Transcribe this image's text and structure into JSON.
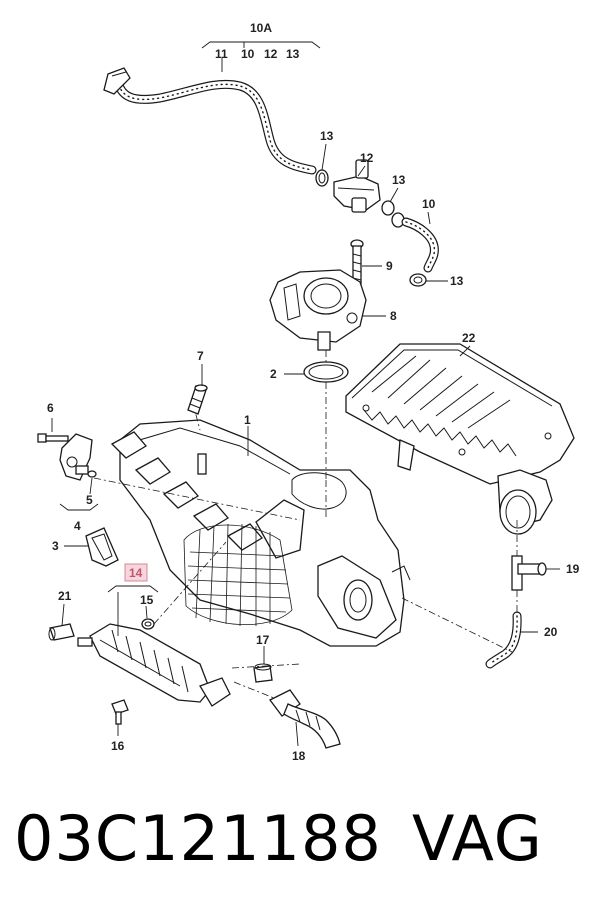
{
  "callouts": {
    "c10A": "10A",
    "c11": "11",
    "c10a": "10",
    "c12a": "12",
    "c13a": "13",
    "c13b": "13",
    "c12b": "12",
    "c13c": "13",
    "c10b": "10",
    "c9": "9",
    "c13d": "13",
    "c8": "8",
    "c22": "22",
    "c2": "2",
    "c7": "7",
    "c6": "6",
    "c1": "1",
    "c5": "5",
    "c4": "4",
    "c3": "3",
    "c14": "14",
    "c15": "15",
    "c21": "21",
    "c19": "19",
    "c20": "20",
    "c17": "17",
    "c16": "16",
    "c18": "18"
  },
  "highlight": {
    "part": "14",
    "color": "#f6d5dc"
  },
  "footer": {
    "part_number": "03C121188",
    "brand": "VAG"
  }
}
